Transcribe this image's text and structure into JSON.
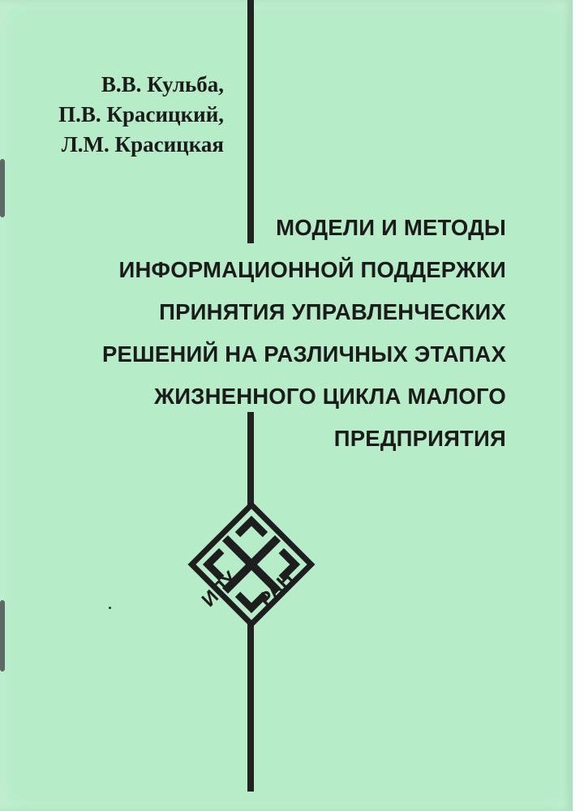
{
  "authors": [
    "В.В. Кульба,",
    "П.В. Красицкий,",
    "Л.М. Красицкая"
  ],
  "title_lines": [
    "МОДЕЛИ И МЕТОДЫ",
    "ИНФОРМАЦИОННОЙ ПОДДЕРЖКИ",
    "ПРИНЯТИЯ УПРАВЛЕНЧЕСКИХ",
    "РЕШЕНИЙ НА РАЗЛИЧНЫХ ЭТАПАХ",
    "ЖИЗНЕННОГО ЦИКЛА МАЛОГО",
    "ПРЕДПРИЯТИЯ"
  ],
  "logo": {
    "icon": "ipu-ran-logo",
    "text_left": "ИПУ",
    "text_right": "РАН"
  },
  "colors": {
    "cover": "#b6ecc8",
    "ink": "#1b1b1b"
  }
}
